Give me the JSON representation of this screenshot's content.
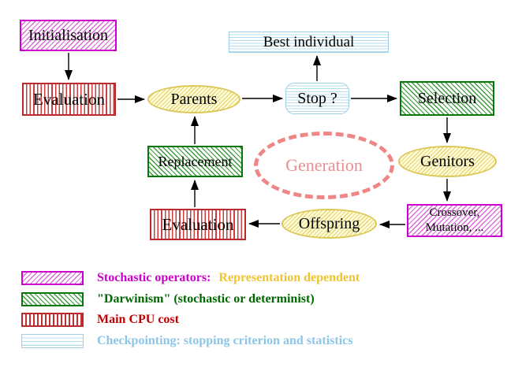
{
  "diagram": {
    "nodes": {
      "initialisation": {
        "label": "Initialisation"
      },
      "evaluation_top": {
        "label": "Evaluation"
      },
      "best_individual": {
        "label": "Best individual"
      },
      "parents": {
        "label": "Parents"
      },
      "stop": {
        "label": "Stop ?"
      },
      "selection": {
        "label": "Selection"
      },
      "replacement": {
        "label": "Replacement"
      },
      "generation": {
        "label": "Generation"
      },
      "genitors": {
        "label": "Genitors"
      },
      "offspring": {
        "label": "Offspring"
      },
      "evaluation_bottom": {
        "label": "Evaluation"
      },
      "crossover_mutation": {
        "line1": "Crossover,",
        "line2": "Mutation, ..."
      }
    },
    "edges": [
      {
        "from": "Initialisation",
        "to": "Evaluation"
      },
      {
        "from": "Evaluation",
        "to": "Parents"
      },
      {
        "from": "Parents",
        "to": "Stop ?"
      },
      {
        "from": "Stop ?",
        "to": "Best individual"
      },
      {
        "from": "Stop ?",
        "to": "Selection"
      },
      {
        "from": "Selection",
        "to": "Genitors"
      },
      {
        "from": "Genitors",
        "to": "Crossover, Mutation, ..."
      },
      {
        "from": "Crossover, Mutation, ...",
        "to": "Offspring"
      },
      {
        "from": "Offspring",
        "to": "Evaluation"
      },
      {
        "from": "Evaluation",
        "to": "Replacement"
      },
      {
        "from": "Replacement",
        "to": "Parents"
      }
    ]
  },
  "legend": [
    {
      "swatch": "magenta-diagonal-hatch",
      "label": "Stochastic operators:",
      "label2": "Representation dependent"
    },
    {
      "swatch": "green-diagonal-hatch",
      "label": "\"Darwinism\" (stochastic or determinist)"
    },
    {
      "swatch": "red-vertical-stripes",
      "label": "Main CPU cost"
    },
    {
      "swatch": "cyan-horizontal-stripes",
      "label": "Checkpointing: stopping criterion and statistics"
    }
  ],
  "colors": {
    "magenta": "#cc00cc",
    "gold": "#f0c330",
    "green": "#006600",
    "dark_red": "#c00000",
    "light_blue": "#8cc6e6",
    "salmon": "#ef8585",
    "yellow_node_border": "#dcc85a",
    "arrow": "#000000"
  }
}
